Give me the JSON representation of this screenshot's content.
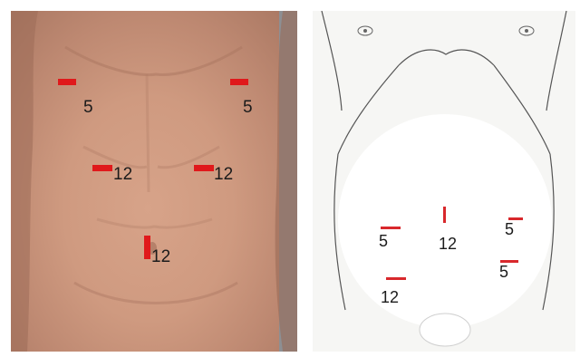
{
  "photo": {
    "ports": [
      {
        "label": "5"
      },
      {
        "label": "5"
      },
      {
        "label": "12"
      },
      {
        "label": "12"
      },
      {
        "label": "12"
      }
    ]
  },
  "diagram": {
    "ports": [
      {
        "label": "5"
      },
      {
        "label": "12"
      },
      {
        "label": "5"
      },
      {
        "label": "5"
      },
      {
        "label": "12"
      }
    ]
  },
  "colors": {
    "port_marker": "#e0191b",
    "skin": "#cf9a80",
    "diagram_background": "#f6f6f4"
  }
}
